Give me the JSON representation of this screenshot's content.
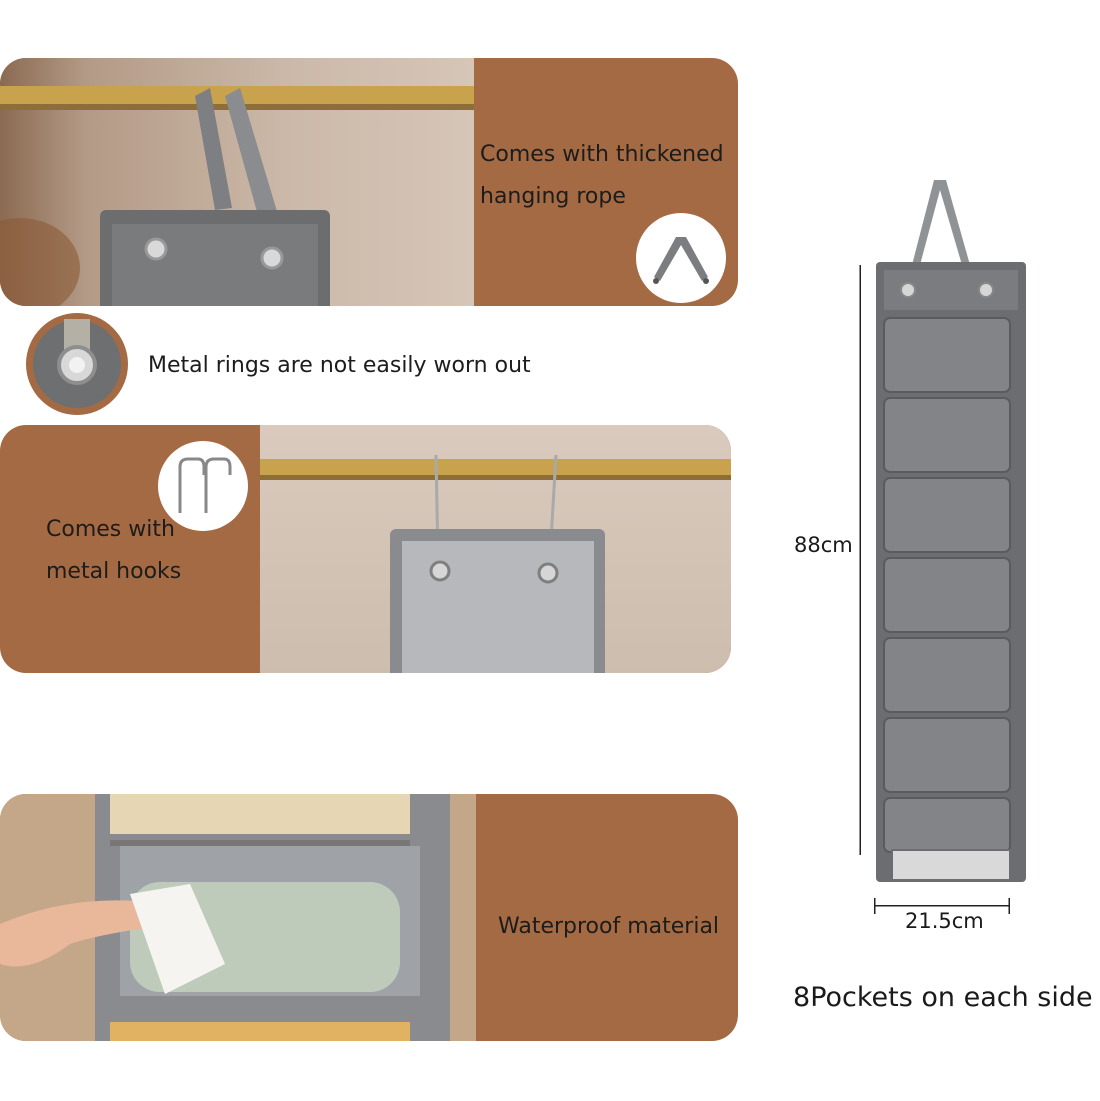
{
  "features": {
    "rope_line1": "Comes with thickened",
    "rope_line2": "hanging rope",
    "rings": "Metal rings are not easily worn out",
    "hooks_line1": "Comes with",
    "hooks_line2": "metal hooks",
    "waterproof": "Waterproof material"
  },
  "dimensions": {
    "height": "88cm",
    "width": "21.5cm"
  },
  "pockets": {
    "count": "8",
    "label": "Pockets on each side"
  },
  "colors": {
    "brown_panel": "#a46a43",
    "organizer_gray": "#6f6f6f"
  }
}
